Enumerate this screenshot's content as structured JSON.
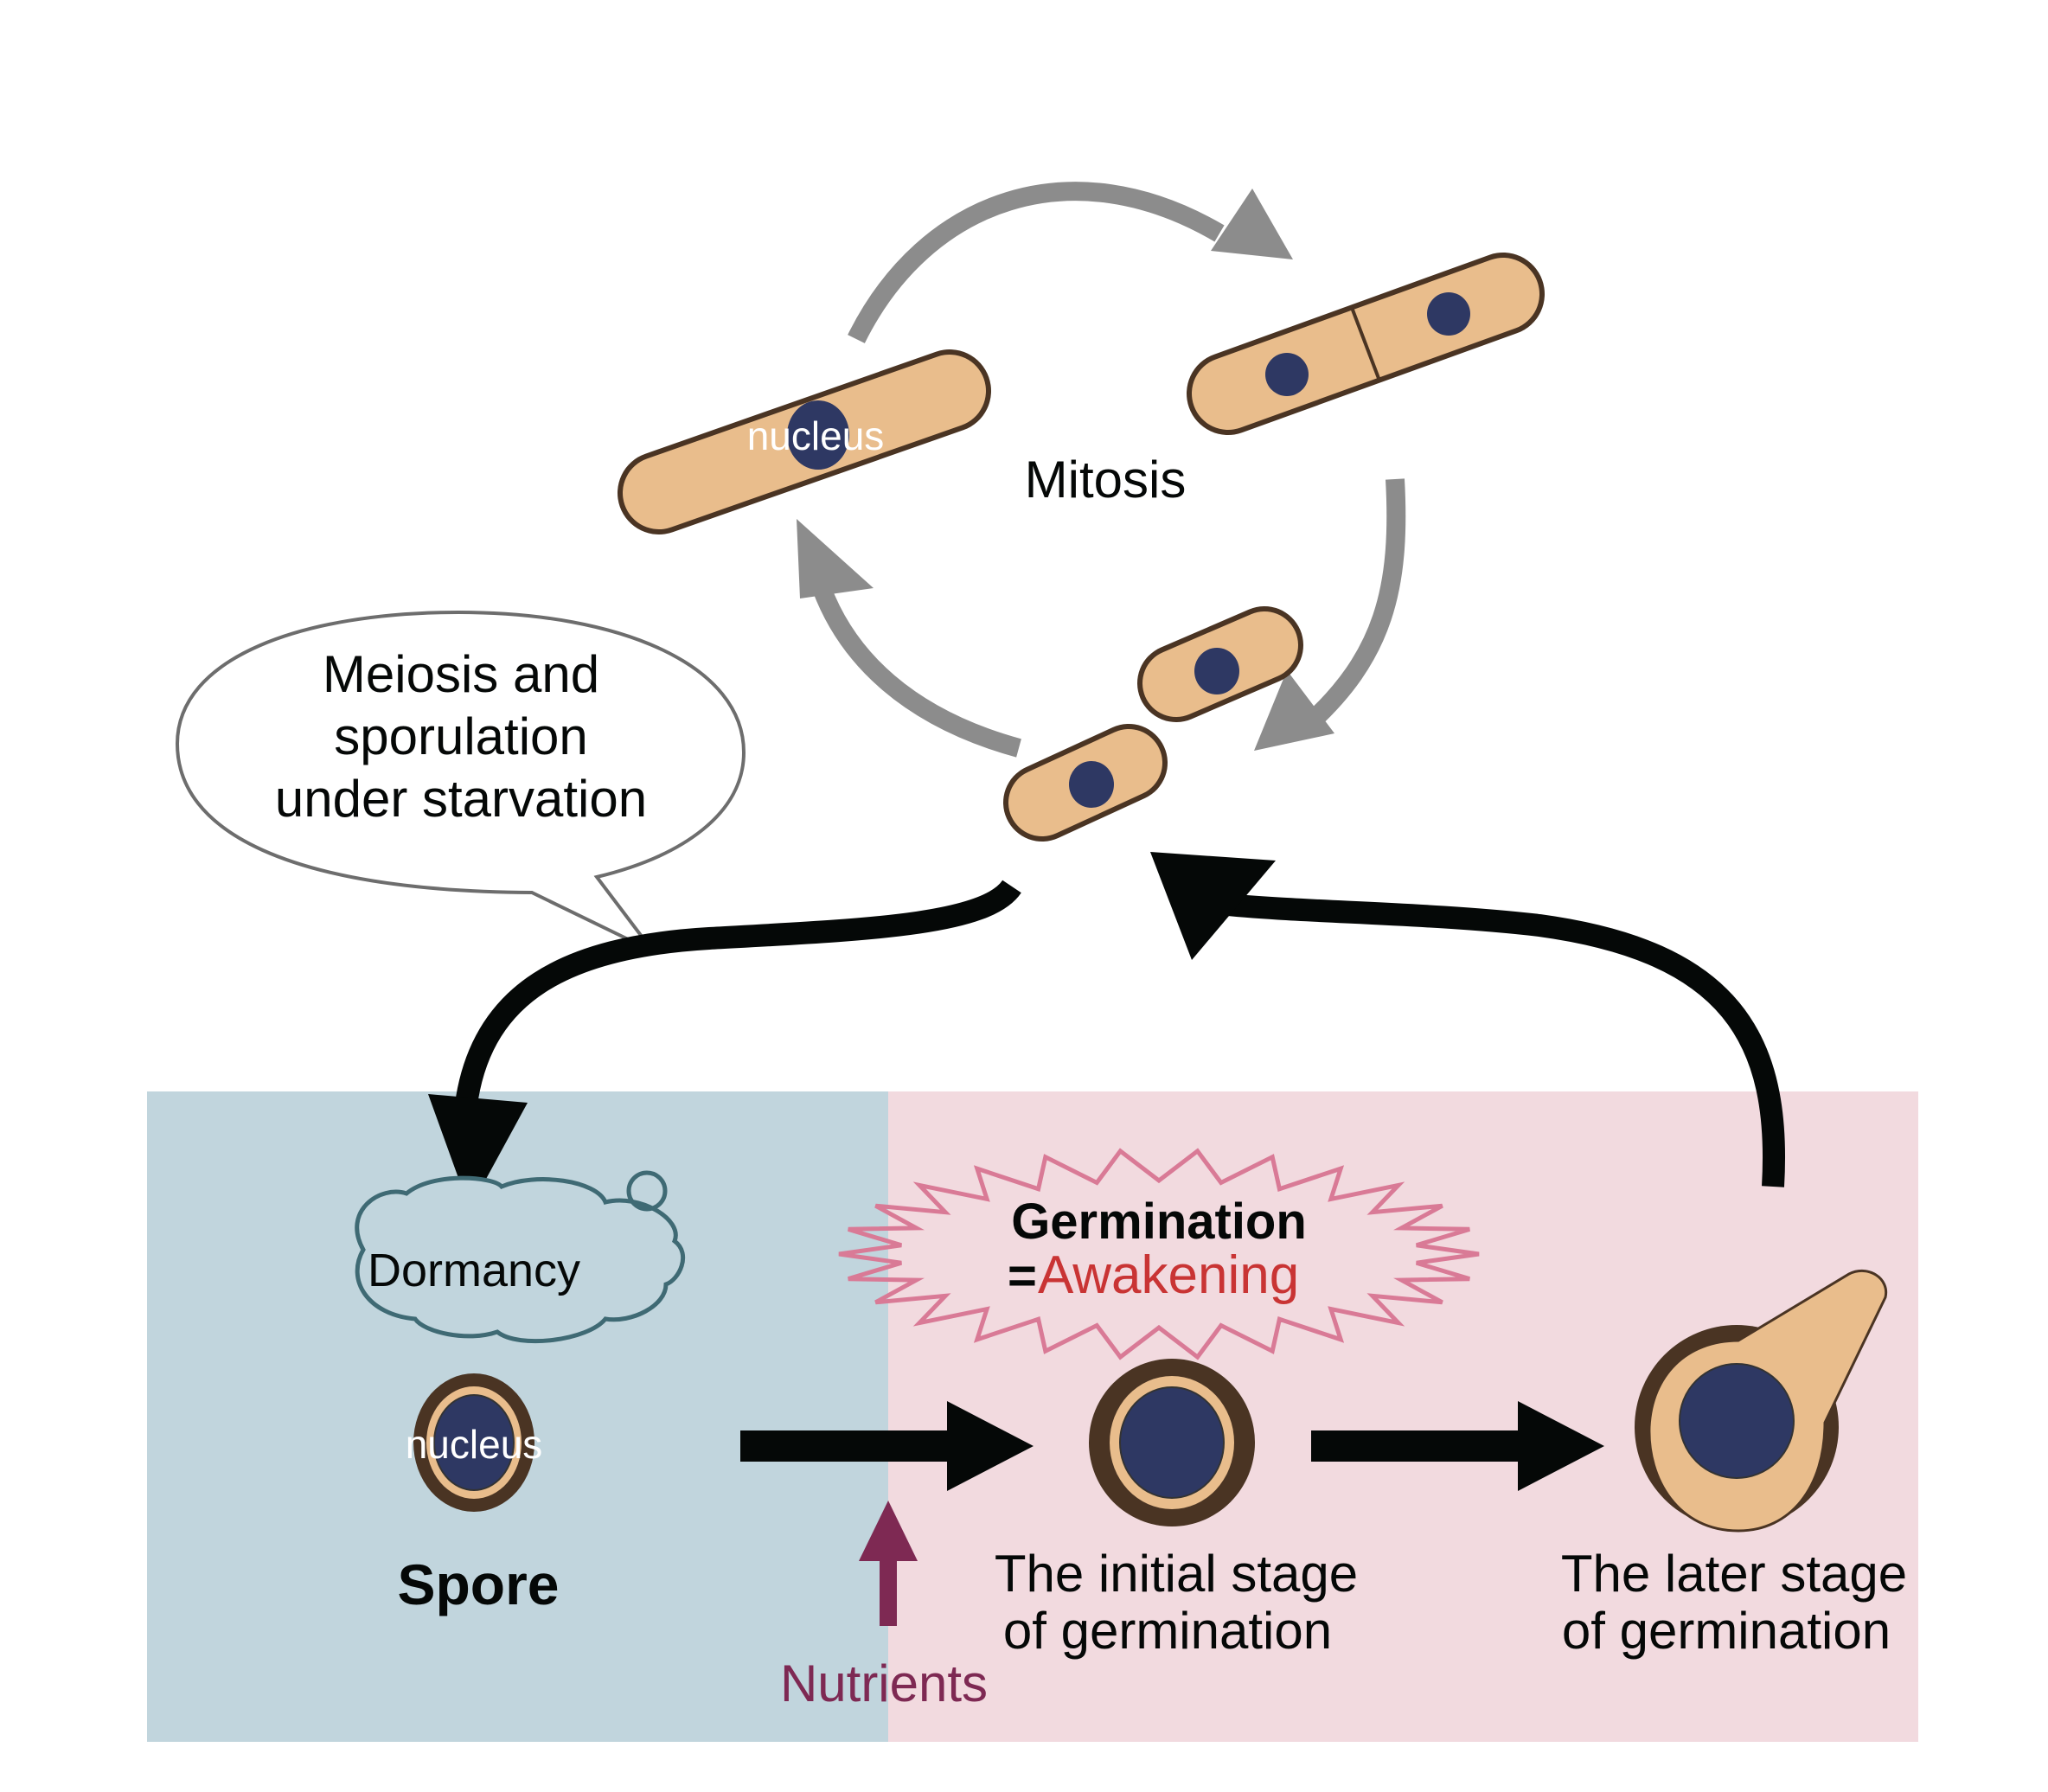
{
  "title": "Fission yeast life cycle: mitosis, sporulation, dormancy and germination",
  "colors": {
    "cell_fill": "#e9bd8c",
    "cell_outline": "#4a3423",
    "nucleus": "#2e3863",
    "mitosis_arrow": "#8c8c8c",
    "main_arrow": "#050807",
    "dormant_panel": "#c1d5dd",
    "germination_panel": "#f2dadf",
    "cloud_outline": "#3f6a74",
    "burst_outline": "#d97a96",
    "awakening_text": "#c93434",
    "nutrients": "#7e2953",
    "spore_wall": "#4a3423"
  },
  "mitosis": {
    "label": "Mitosis",
    "nucleus_label": "nucleus"
  },
  "speech_bubble": {
    "lines": [
      "Meiosis and",
      "sporulation",
      "under starvation"
    ]
  },
  "dormancy": {
    "cloud_label": "Dormancy",
    "spore_nucleus_label": "nucleus",
    "spore_label": "Spore"
  },
  "germination": {
    "burst_line1": "Germination",
    "burst_equals": "=",
    "burst_line2": "Awakening",
    "initial_stage_lines": [
      "The initial stage",
      "of germination"
    ],
    "later_stage_lines": [
      "The later stage",
      "of germination"
    ]
  },
  "nutrients": {
    "label": "Nutrients"
  }
}
